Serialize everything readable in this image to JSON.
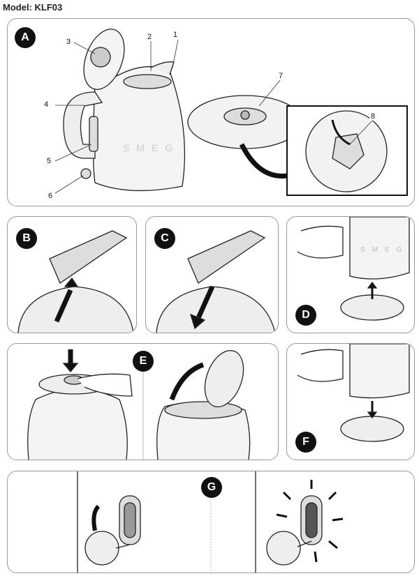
{
  "header": {
    "model_label": "Model: KLF03"
  },
  "panels": {
    "A": {
      "label": "A",
      "callouts": [
        "1",
        "2",
        "3",
        "4",
        "5",
        "6",
        "7",
        "8"
      ],
      "brand_text": "SMEG"
    },
    "B": {
      "label": "B"
    },
    "C": {
      "label": "C"
    },
    "D": {
      "label": "D",
      "brand_text": "SMEG"
    },
    "E": {
      "label": "E"
    },
    "F": {
      "label": "F"
    },
    "G": {
      "label": "G"
    }
  }
}
